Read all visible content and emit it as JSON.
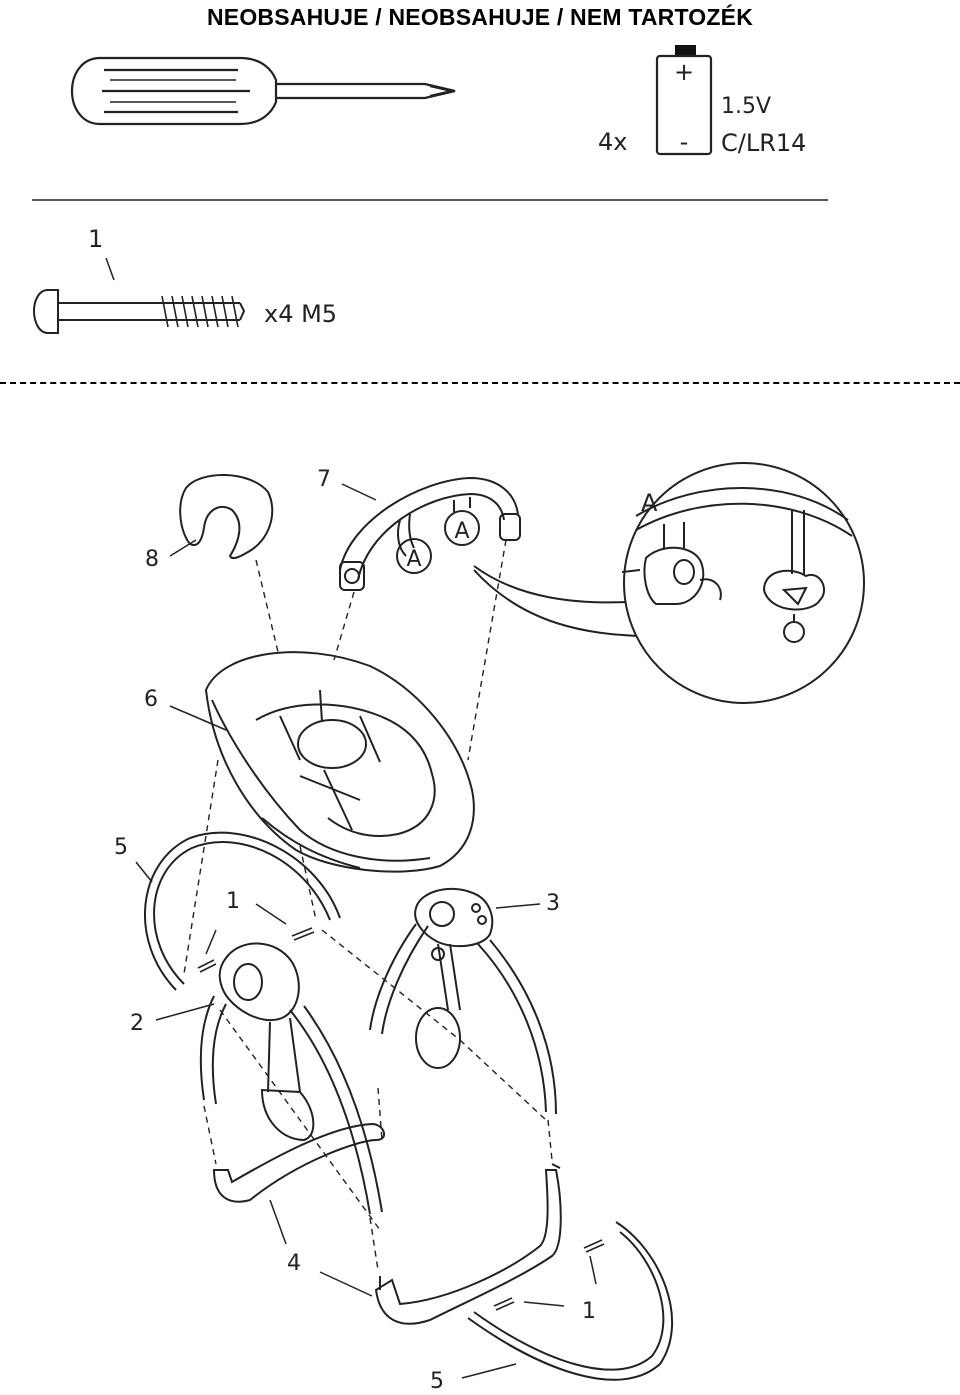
{
  "header": {
    "title": "NEOBSAHUJE  / NEOBSAHUJE / NEM TARTOZÉK"
  },
  "battery": {
    "plus": "+",
    "minus": "-",
    "count": "4x",
    "voltage": "1.5V",
    "type": "C/LR14"
  },
  "screw": {
    "part_number": "1",
    "quantity": "x4 M5"
  },
  "parts": {
    "p1_upper": "1",
    "p1_lower": "1",
    "p2": "2",
    "p3": "3",
    "p4": "4",
    "p5_upper": "5",
    "p5_lower": "5",
    "p6": "6",
    "p7": "7",
    "p8": "8",
    "a1": "A",
    "a2": "A",
    "a_detail": "A"
  }
}
